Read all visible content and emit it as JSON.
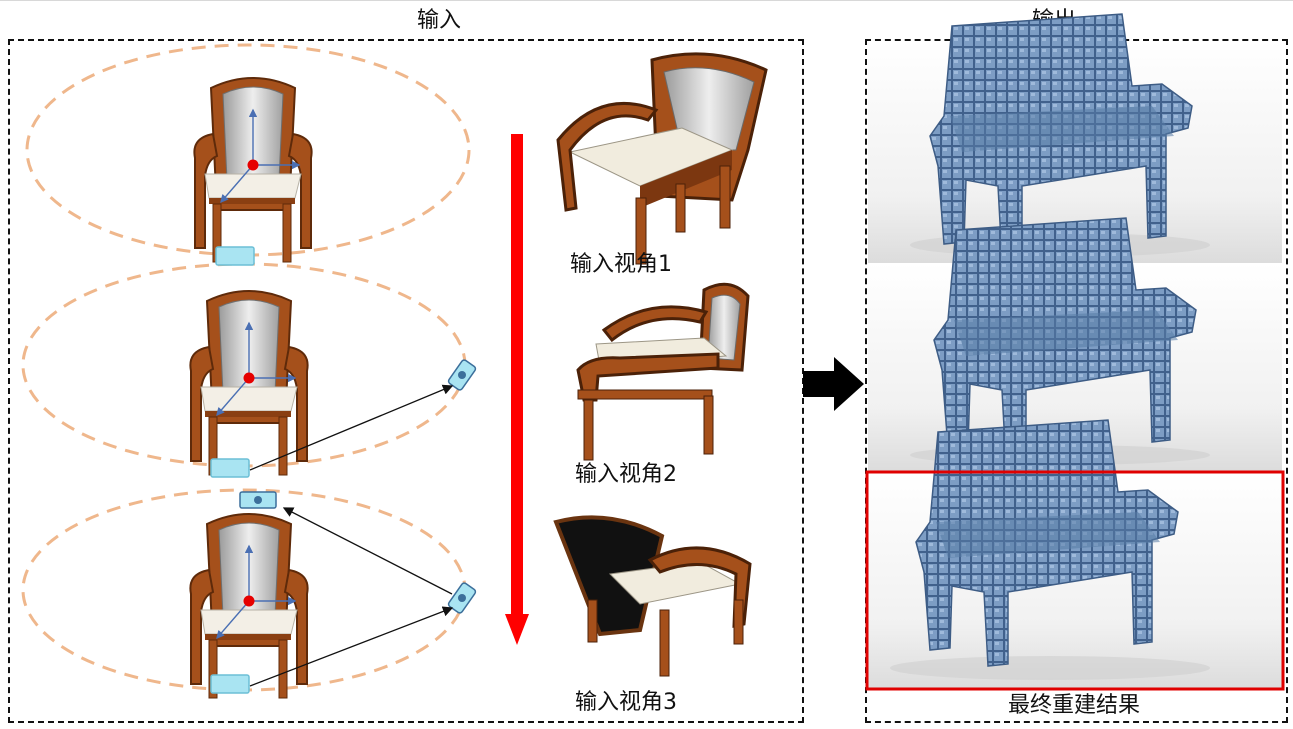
{
  "input_section": {
    "title": "输入"
  },
  "output_section": {
    "title": "输出"
  },
  "view_captions": [
    "输入视角1",
    "输入视角2",
    "输入视角3"
  ],
  "final_caption": "最终重建结果",
  "colors": {
    "orbit": "#efb78c",
    "sequence_arrow": "#ff0000",
    "highlight_box": "#e00000",
    "wood": "#a5501b",
    "seat": "#f3efe6",
    "voxel": "#6d8fb8",
    "camera": "#a9e4f2"
  },
  "icons": [
    "chair-icon",
    "camera-icon",
    "voxel-chair-icon",
    "arrow-right-icon"
  ]
}
